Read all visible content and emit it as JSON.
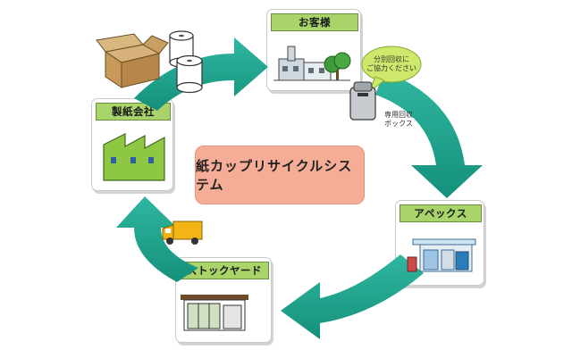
{
  "center_title": "紙カップリサイクルシステム",
  "nodes": {
    "customer": "お客様",
    "apex": "アペックス",
    "stockyard": "ストックヤード",
    "paper_mill": "製紙会社"
  },
  "notes": {
    "sort_bubble": [
      "分別回収に",
      "ご協力ください"
    ],
    "box_label": [
      "専用回収",
      "ボックス"
    ]
  },
  "colors": {
    "arrow": "#21a38d",
    "label_bg": "#a8d46a",
    "center_bg": "#f6ad97",
    "bubble": "#cde86a",
    "truck": "#f3b417"
  }
}
